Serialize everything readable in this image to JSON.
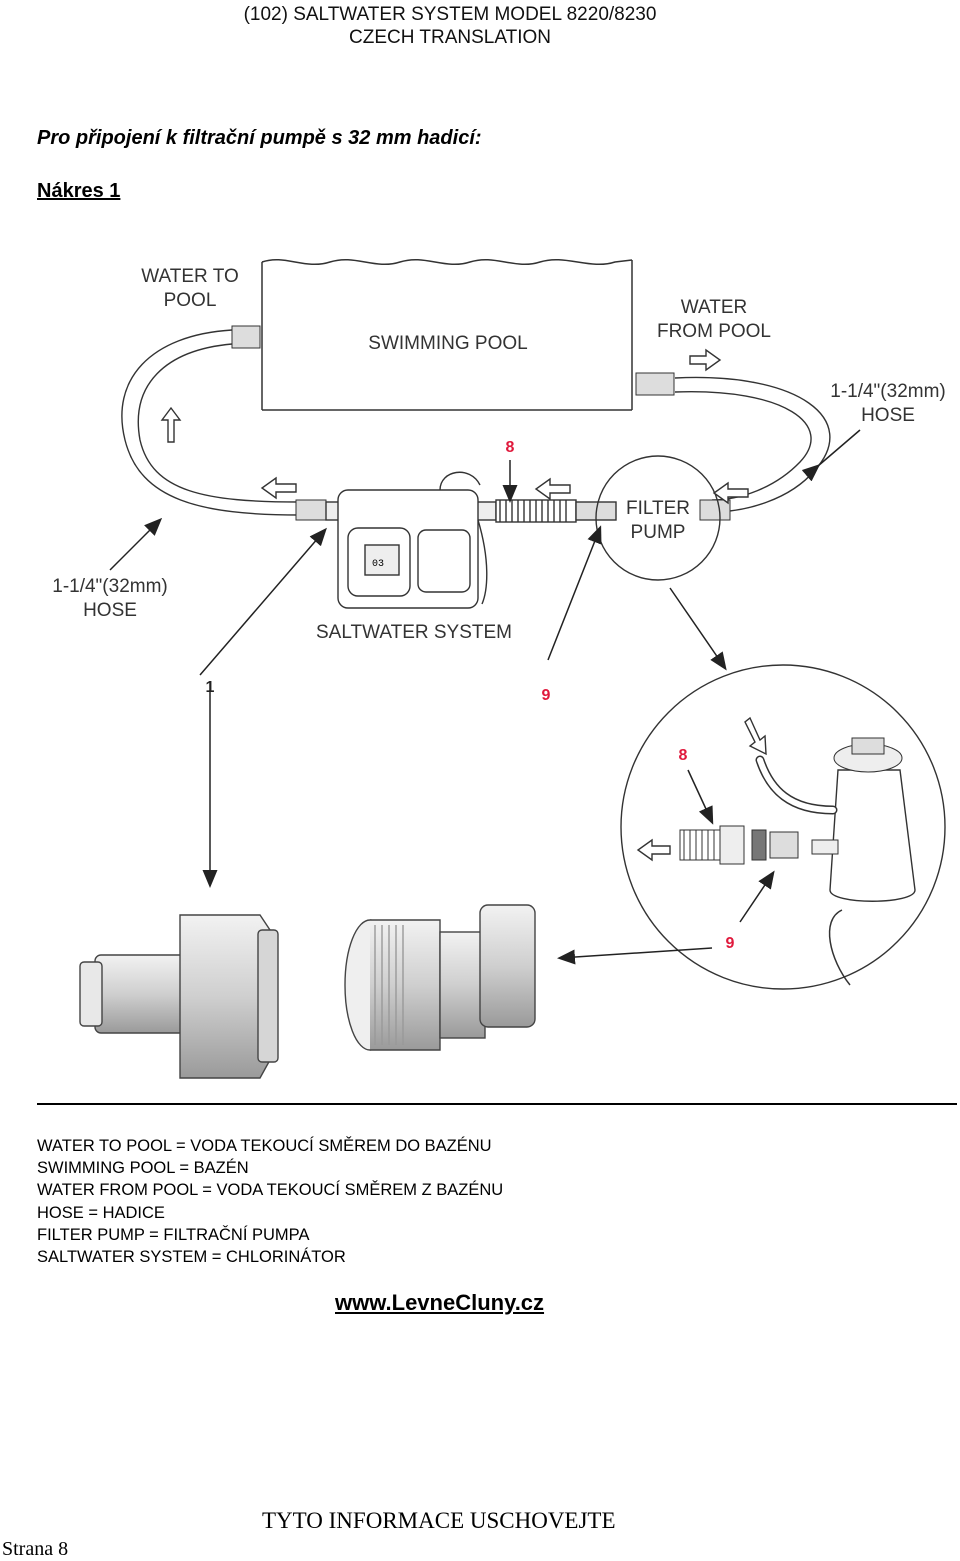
{
  "header": {
    "line1": "(102) SALTWATER SYSTEM MODEL 8220/8230",
    "line2": "CZECH TRANSLATION"
  },
  "section_title": "Pro připojení k filtrační pumpě s 32 mm hadicí:",
  "figure_label": "Nákres 1",
  "diagram": {
    "water_to_pool": [
      "WATER TO",
      "POOL"
    ],
    "swimming_pool": "SWIMMING POOL",
    "water_from_pool": [
      "WATER",
      "FROM POOL"
    ],
    "hose_right": [
      "1-1/4\"(32mm)",
      "HOSE"
    ],
    "hose_left": [
      "1-1/4\"(32mm)",
      "HOSE"
    ],
    "filter_pump": [
      "FILTER",
      "PUMP"
    ],
    "saltwater_system": "SALTWATER SYSTEM",
    "callouts": [
      "1",
      "8",
      "9",
      "8",
      "9"
    ],
    "display_text": "03"
  },
  "legend": [
    "WATER TO POOL = VODA TEKOUCÍ SMĚREM DO BAZÉNU",
    "SWIMMING POOL = BAZÉN",
    "WATER FROM POOL = VODA TEKOUCÍ SMĚREM Z BAZÉNU",
    "HOSE = HADICE",
    "FILTER PUMP = FILTRAČNÍ PUMPA",
    "SALTWATER SYSTEM = CHLORINÁTOR"
  ],
  "website": "www.LevneCluny.cz",
  "footer_note": "TYTO INFORMACE USCHOVEJTE",
  "page_number": "Strana 8"
}
